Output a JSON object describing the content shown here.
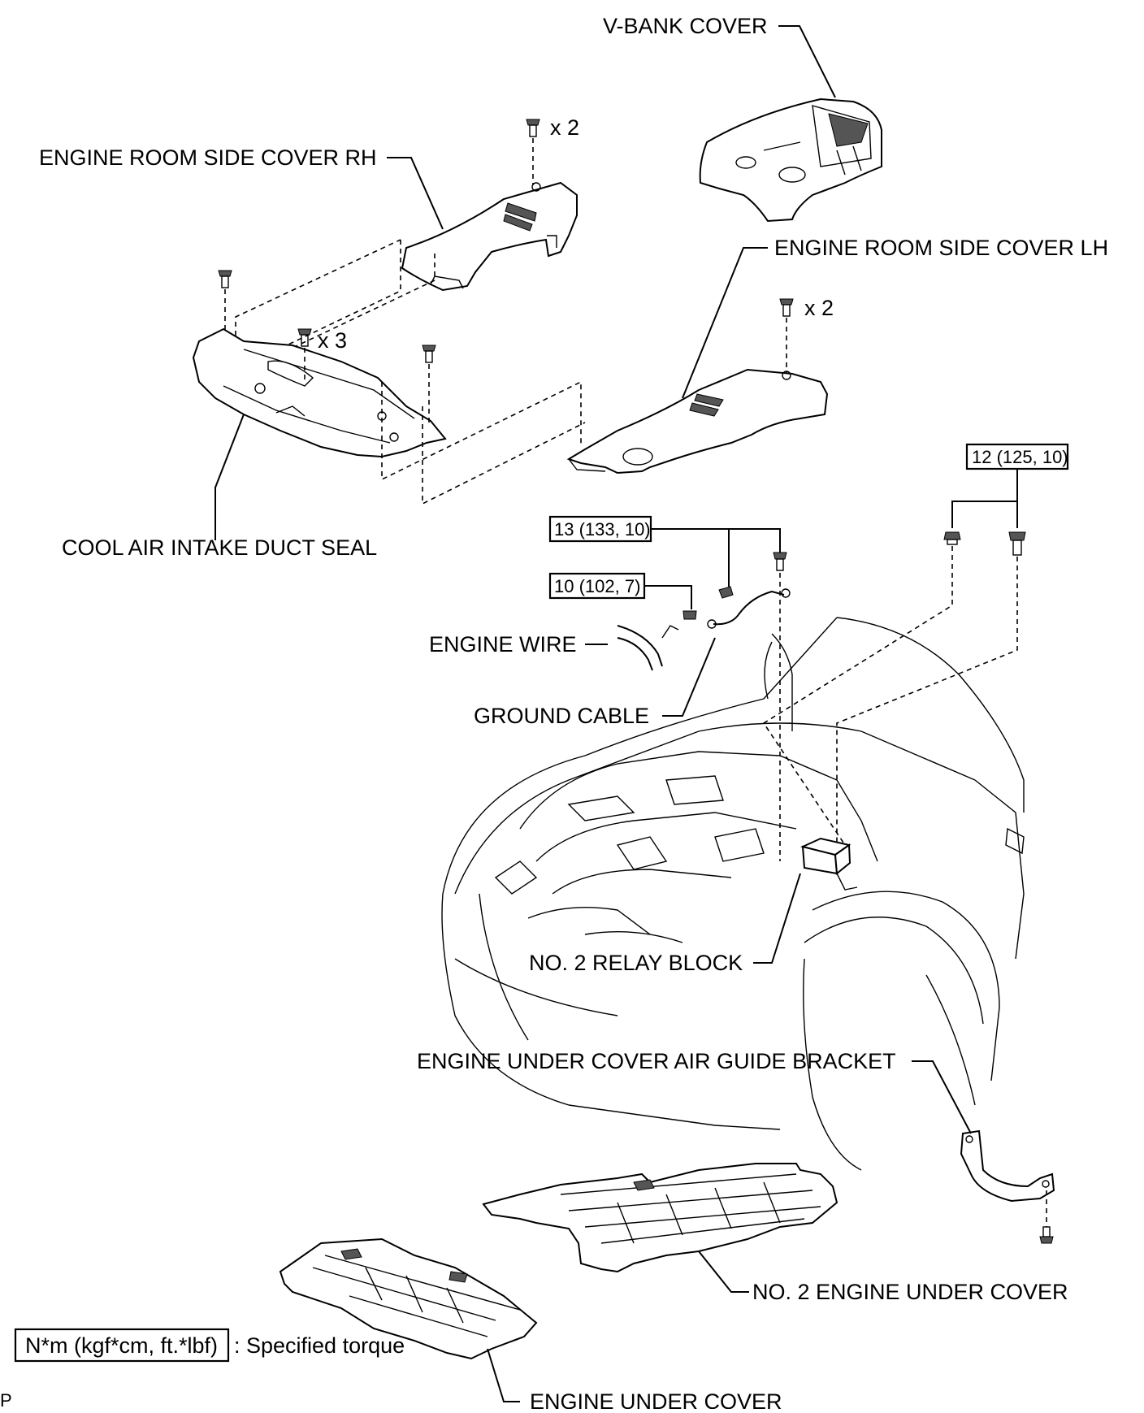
{
  "labels": {
    "v_bank_cover": "V-BANK COVER",
    "side_cover_rh": "ENGINE ROOM SIDE COVER RH",
    "side_cover_lh": "ENGINE ROOM SIDE COVER LH",
    "cool_air_duct_seal": "COOL AIR INTAKE DUCT SEAL",
    "engine_wire": "ENGINE WIRE",
    "ground_cable": "GROUND CABLE",
    "relay_block": "NO. 2 RELAY BLOCK",
    "air_guide_bracket": "ENGINE UNDER COVER AIR GUIDE BRACKET",
    "no2_under_cover": "NO. 2 ENGINE UNDER COVER",
    "engine_under_cover": "ENGINE UNDER COVER"
  },
  "quantities": {
    "rh_clips": "x 2",
    "lh_clips": "x 2",
    "seal_clips": "x 3"
  },
  "torques": {
    "t_12": "12 (125, 10)",
    "t_13": "13 (133, 10)",
    "t_10": "10 (102, 7)"
  },
  "legend": {
    "unit_box": "N*m (kgf*cm, ft.*lbf)",
    "meaning": ": Specified torque"
  },
  "corner_mark": "P"
}
